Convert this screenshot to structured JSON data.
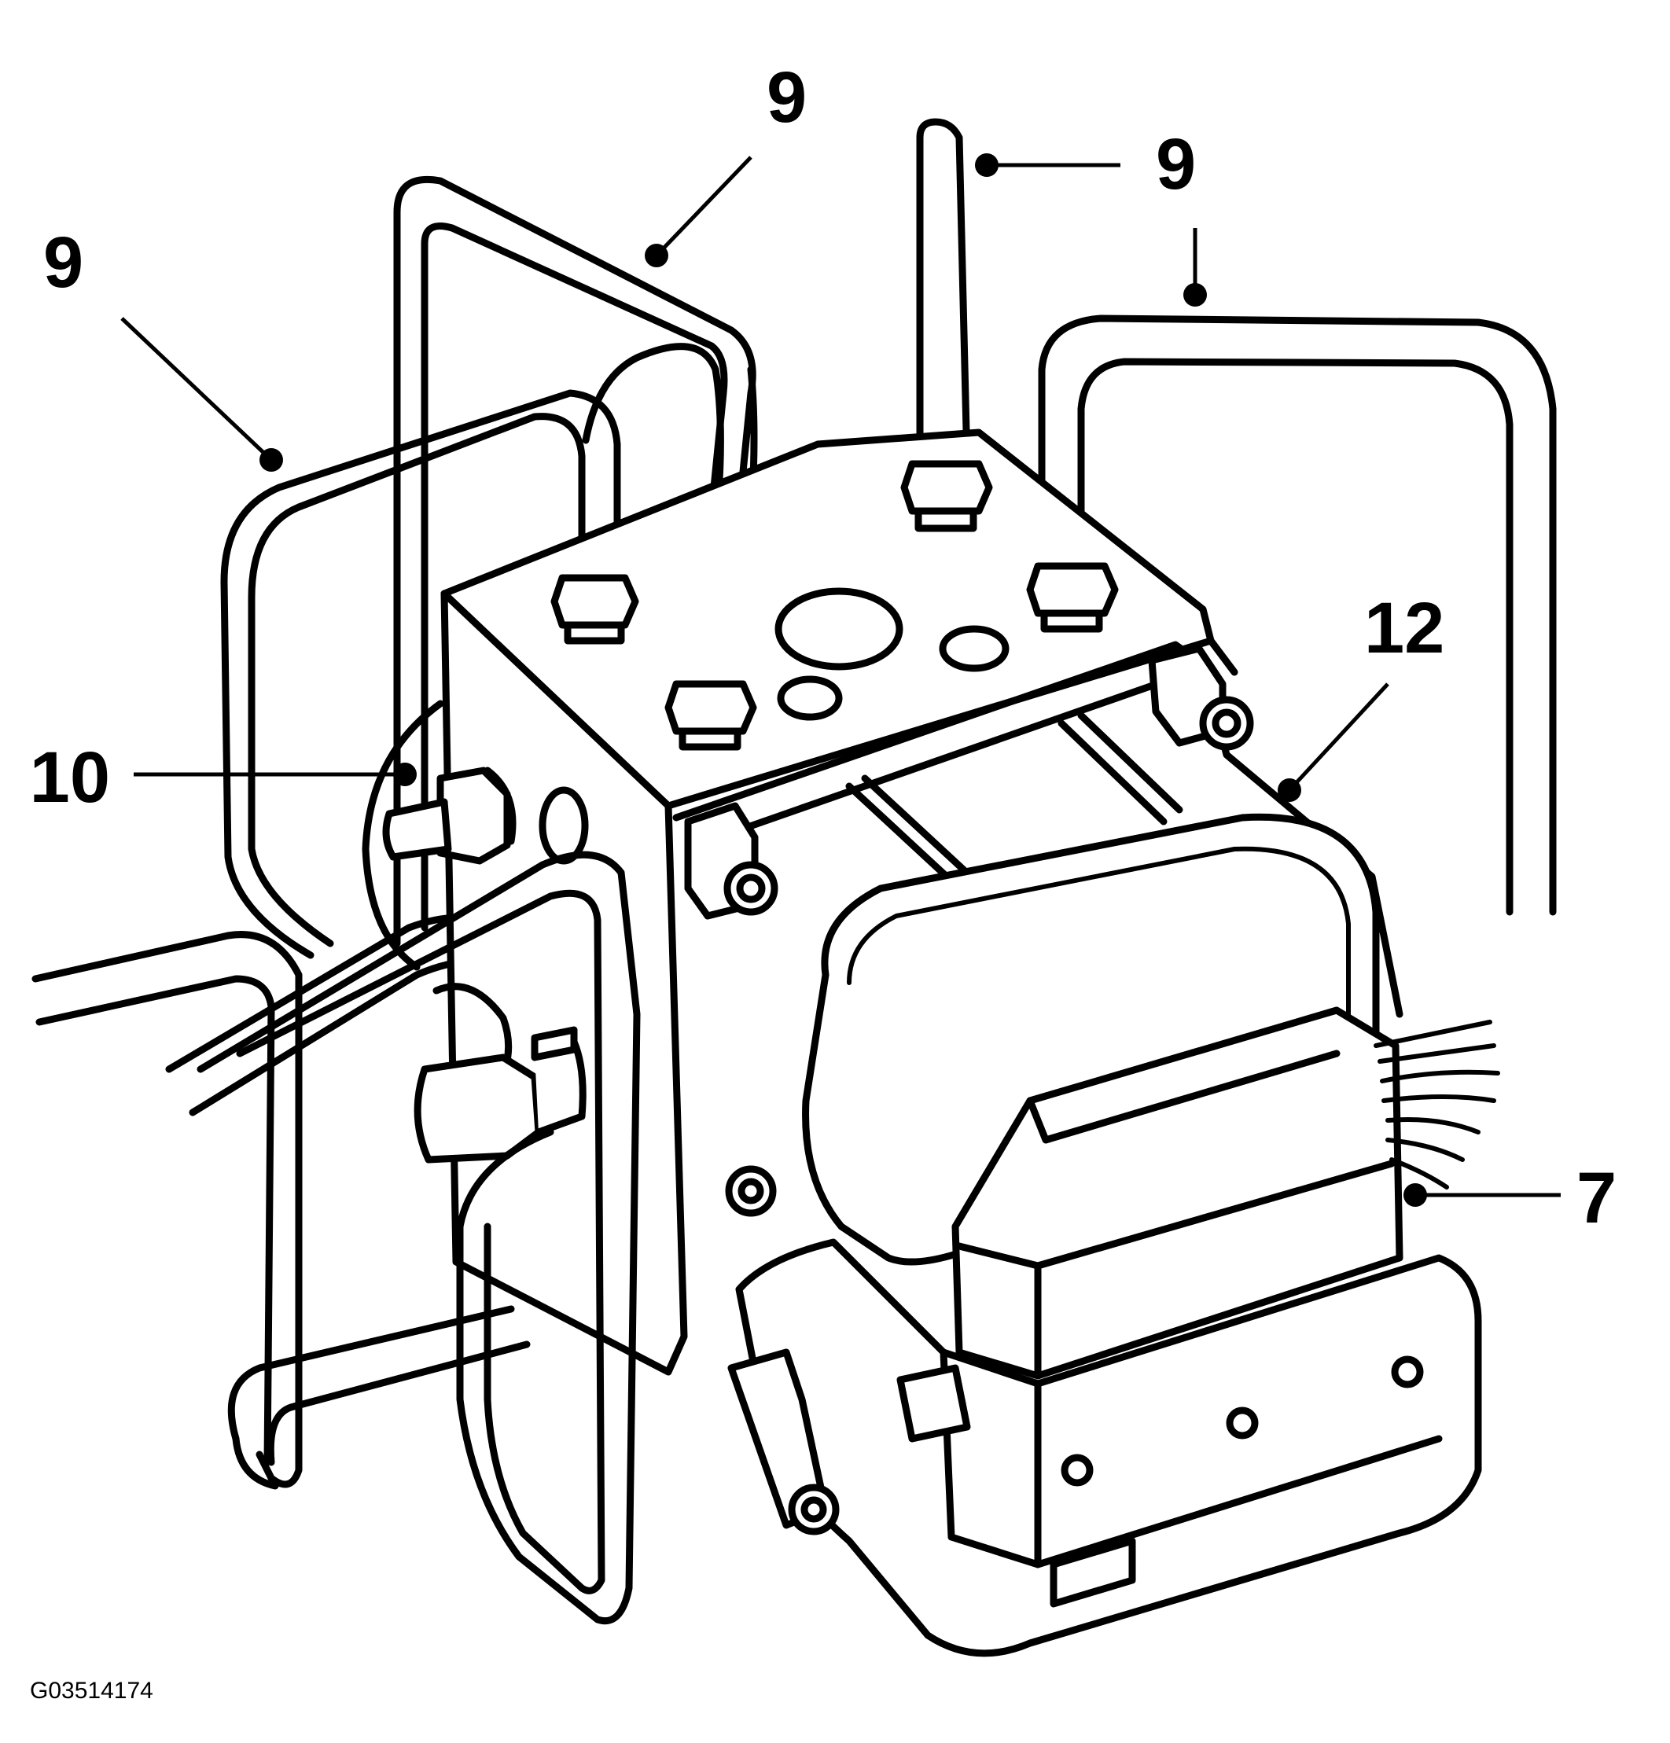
{
  "figure_id": "G03514174",
  "callouts": {
    "pipe_left": "9",
    "pipe_top_left": "9",
    "pipe_top_center": "9",
    "pipe_top_right": "9",
    "mount_bolt": "10",
    "ecu_module": "12",
    "harness_connector": "7"
  }
}
